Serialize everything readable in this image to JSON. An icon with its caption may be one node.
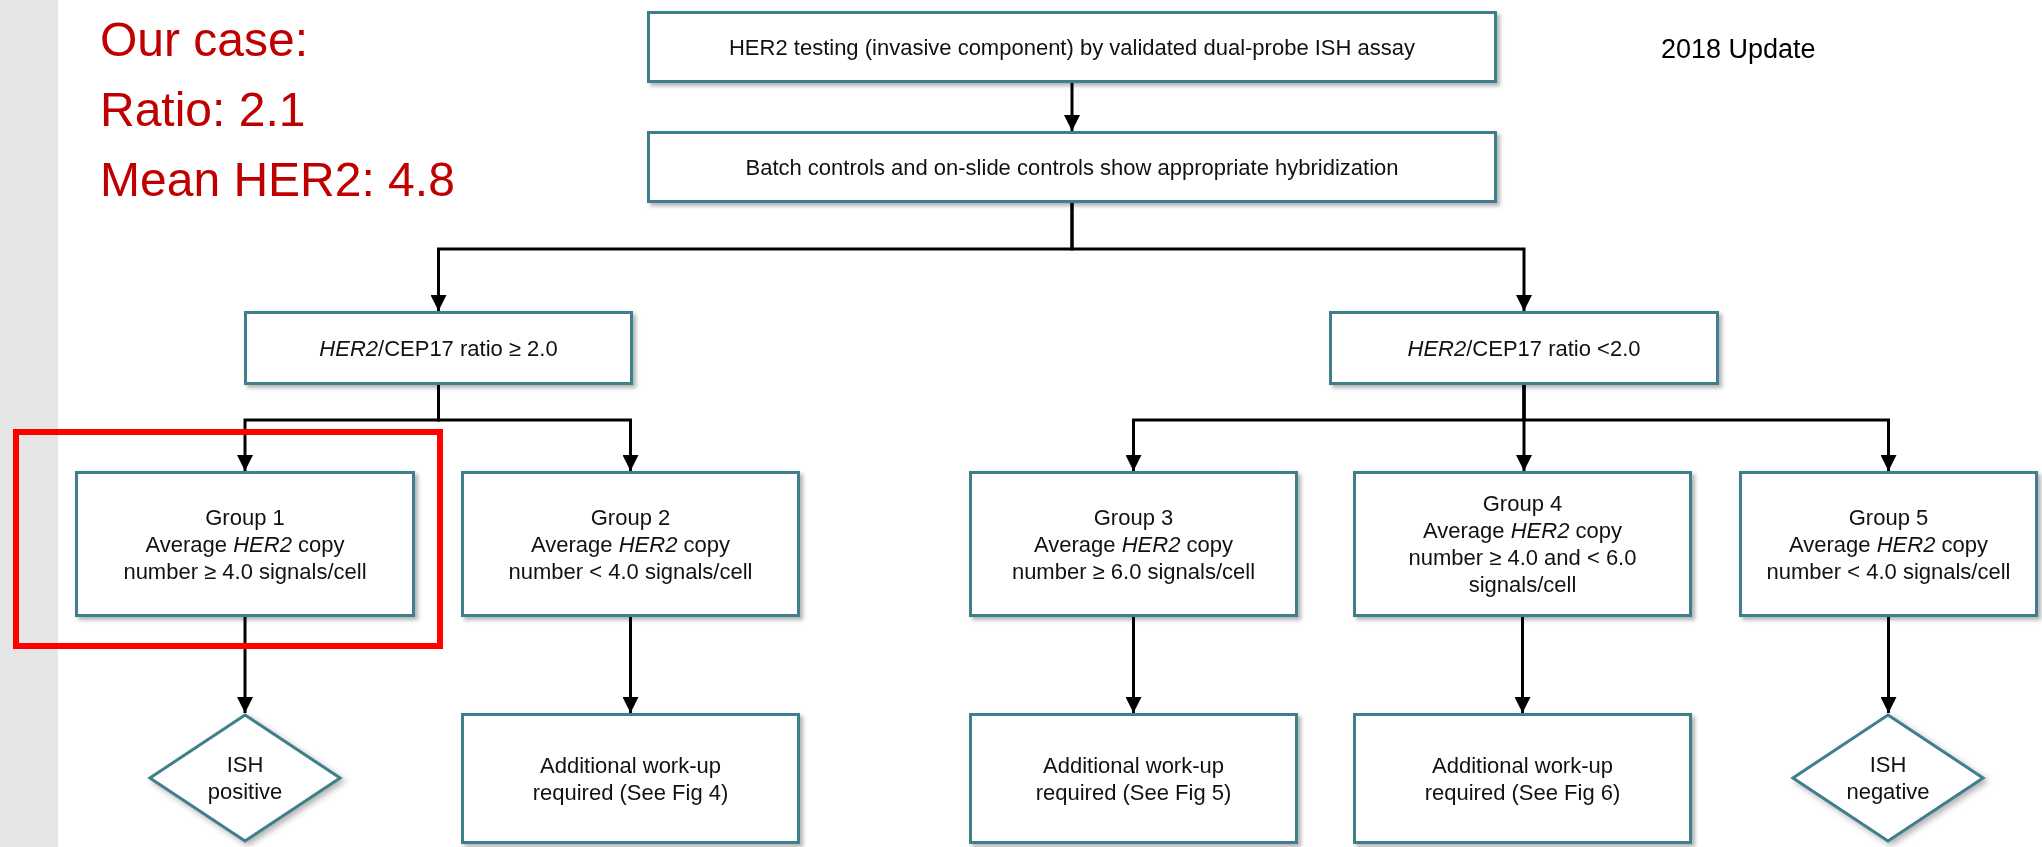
{
  "diagram": {
    "nodes": [
      {
        "text": [
          "HER2 testing (invasive component) by validated dual-probe ISH assay"
        ]
      },
      {
        "text": [
          "Batch controls and on-slide controls show appropriate hybridization"
        ]
      },
      {
        "text": [
          "*HER2*/CEP17 ratio ≥ 2.0"
        ]
      },
      {
        "text": [
          "*HER2*/CEP17 ratio <2.0"
        ]
      },
      {
        "text": [
          "Group 1",
          "Average *HER2* copy number ≥ 4.0 signals/cell"
        ]
      },
      {
        "text": [
          "Group 2",
          "Average *HER2* copy number < 4.0 signals/cell"
        ]
      },
      {
        "text": [
          "Group 3",
          "Average *HER2* copy number ≥ 6.0 signals/cell"
        ]
      },
      {
        "text": [
          "Group 4",
          "Average *HER2* copy number ≥ 4.0 and < 6.0 signals/cell"
        ]
      },
      {
        "text": [
          "Group 5",
          "Average *HER2* copy number < 4.0 signals/cell"
        ]
      },
      {
        "text": [
          "ISH positive"
        ]
      },
      {
        "text": [
          "Additional work-up required (See Fig 4)"
        ]
      },
      {
        "text": [
          "Additional work-up required (See Fig 5)"
        ]
      },
      {
        "text": [
          "Additional work-up required (See Fig 6)"
        ]
      },
      {
        "text": [
          "ISH negative"
        ]
      }
    ],
    "edges": [
      {
        "from": 0,
        "to": 1,
        "arrow": "to"
      },
      {
        "from": 1,
        "to": 2,
        "arrow": "to"
      },
      {
        "from": 1,
        "to": 3,
        "arrow": "to"
      },
      {
        "from": 2,
        "to": 4,
        "arrow": "to"
      },
      {
        "from": 2,
        "to": 5,
        "arrow": "to"
      },
      {
        "from": 3,
        "to": 6,
        "arrow": "to"
      },
      {
        "from": 3,
        "to": 7,
        "arrow": "to"
      },
      {
        "from": 3,
        "to": 8,
        "arrow": "to"
      },
      {
        "from": 4,
        "to": 9,
        "arrow": "to"
      },
      {
        "from": 5,
        "to": 10,
        "arrow": "to"
      },
      {
        "from": 6,
        "to": 11,
        "arrow": "to"
      },
      {
        "from": 7,
        "to": 12,
        "arrow": "to"
      },
      {
        "from": 8,
        "to": 13,
        "arrow": "to"
      }
    ],
    "labels": [
      "Our case:",
      "Ratio: 2.1",
      "Mean HER2: 4.8",
      "2018 Update"
    ]
  }
}
